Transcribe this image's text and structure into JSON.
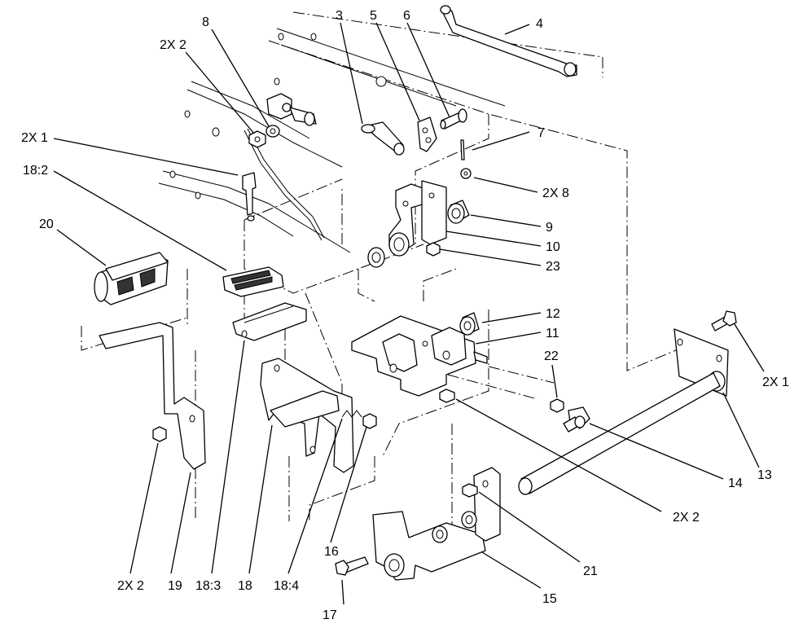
{
  "callouts": [
    {
      "id": "c-8-top",
      "text": "8"
    },
    {
      "id": "c-2x2-top",
      "text": "2X 2"
    },
    {
      "id": "c-3",
      "text": "3"
    },
    {
      "id": "c-5",
      "text": "5"
    },
    {
      "id": "c-6",
      "text": "6"
    },
    {
      "id": "c-4",
      "text": "4"
    },
    {
      "id": "c-2x1-left",
      "text": "2X 1"
    },
    {
      "id": "c-18-2",
      "text": "18:2"
    },
    {
      "id": "c-7",
      "text": "7"
    },
    {
      "id": "c-2x8",
      "text": "2X 8"
    },
    {
      "id": "c-20",
      "text": "20"
    },
    {
      "id": "c-9",
      "text": "9"
    },
    {
      "id": "c-10",
      "text": "10"
    },
    {
      "id": "c-23",
      "text": "23"
    },
    {
      "id": "c-12",
      "text": "12"
    },
    {
      "id": "c-11",
      "text": "11"
    },
    {
      "id": "c-22",
      "text": "22"
    },
    {
      "id": "c-2x1-right",
      "text": "2X 1"
    },
    {
      "id": "c-13",
      "text": "13"
    },
    {
      "id": "c-14",
      "text": "14"
    },
    {
      "id": "c-2x2-mid",
      "text": "2X 2"
    },
    {
      "id": "c-21",
      "text": "21"
    },
    {
      "id": "c-16",
      "text": "16"
    },
    {
      "id": "c-15",
      "text": "15"
    },
    {
      "id": "c-17",
      "text": "17"
    },
    {
      "id": "c-2x2-bottom",
      "text": "2X 2"
    },
    {
      "id": "c-19",
      "text": "19"
    },
    {
      "id": "c-18-3",
      "text": "18:3"
    },
    {
      "id": "c-18",
      "text": "18"
    },
    {
      "id": "c-18-4",
      "text": "18:4"
    }
  ]
}
